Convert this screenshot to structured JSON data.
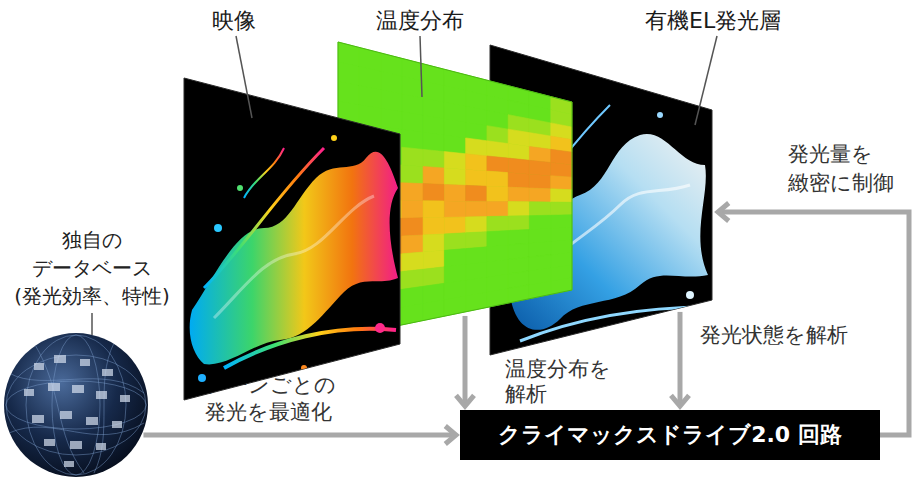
{
  "diagram": {
    "nodes": [
      {
        "text": [
          "映像"
        ]
      },
      {
        "text": [
          "温度分布"
        ]
      },
      {
        "text": [
          "有機EL発光層"
        ]
      },
      {
        "text": [
          "独自の データベース (発光効率、特性)"
        ]
      },
      {
        "text": [
          "クライマックスドライブ2.0 回路"
        ]
      }
    ],
    "edges": [
      {
        "from": 3,
        "to": 4,
        "arrow": "to",
        "label": "シーンごとの 発光を最適化"
      },
      {
        "from": 1,
        "to": 4,
        "arrow": "to",
        "label": "温度分布を 解析"
      },
      {
        "from": 2,
        "to": 4,
        "arrow": "to",
        "label": "発光状態を解析"
      },
      {
        "from": 4,
        "to": 2,
        "arrow": "to",
        "label": "発光量を 緻密に制御"
      }
    ]
  }
}
